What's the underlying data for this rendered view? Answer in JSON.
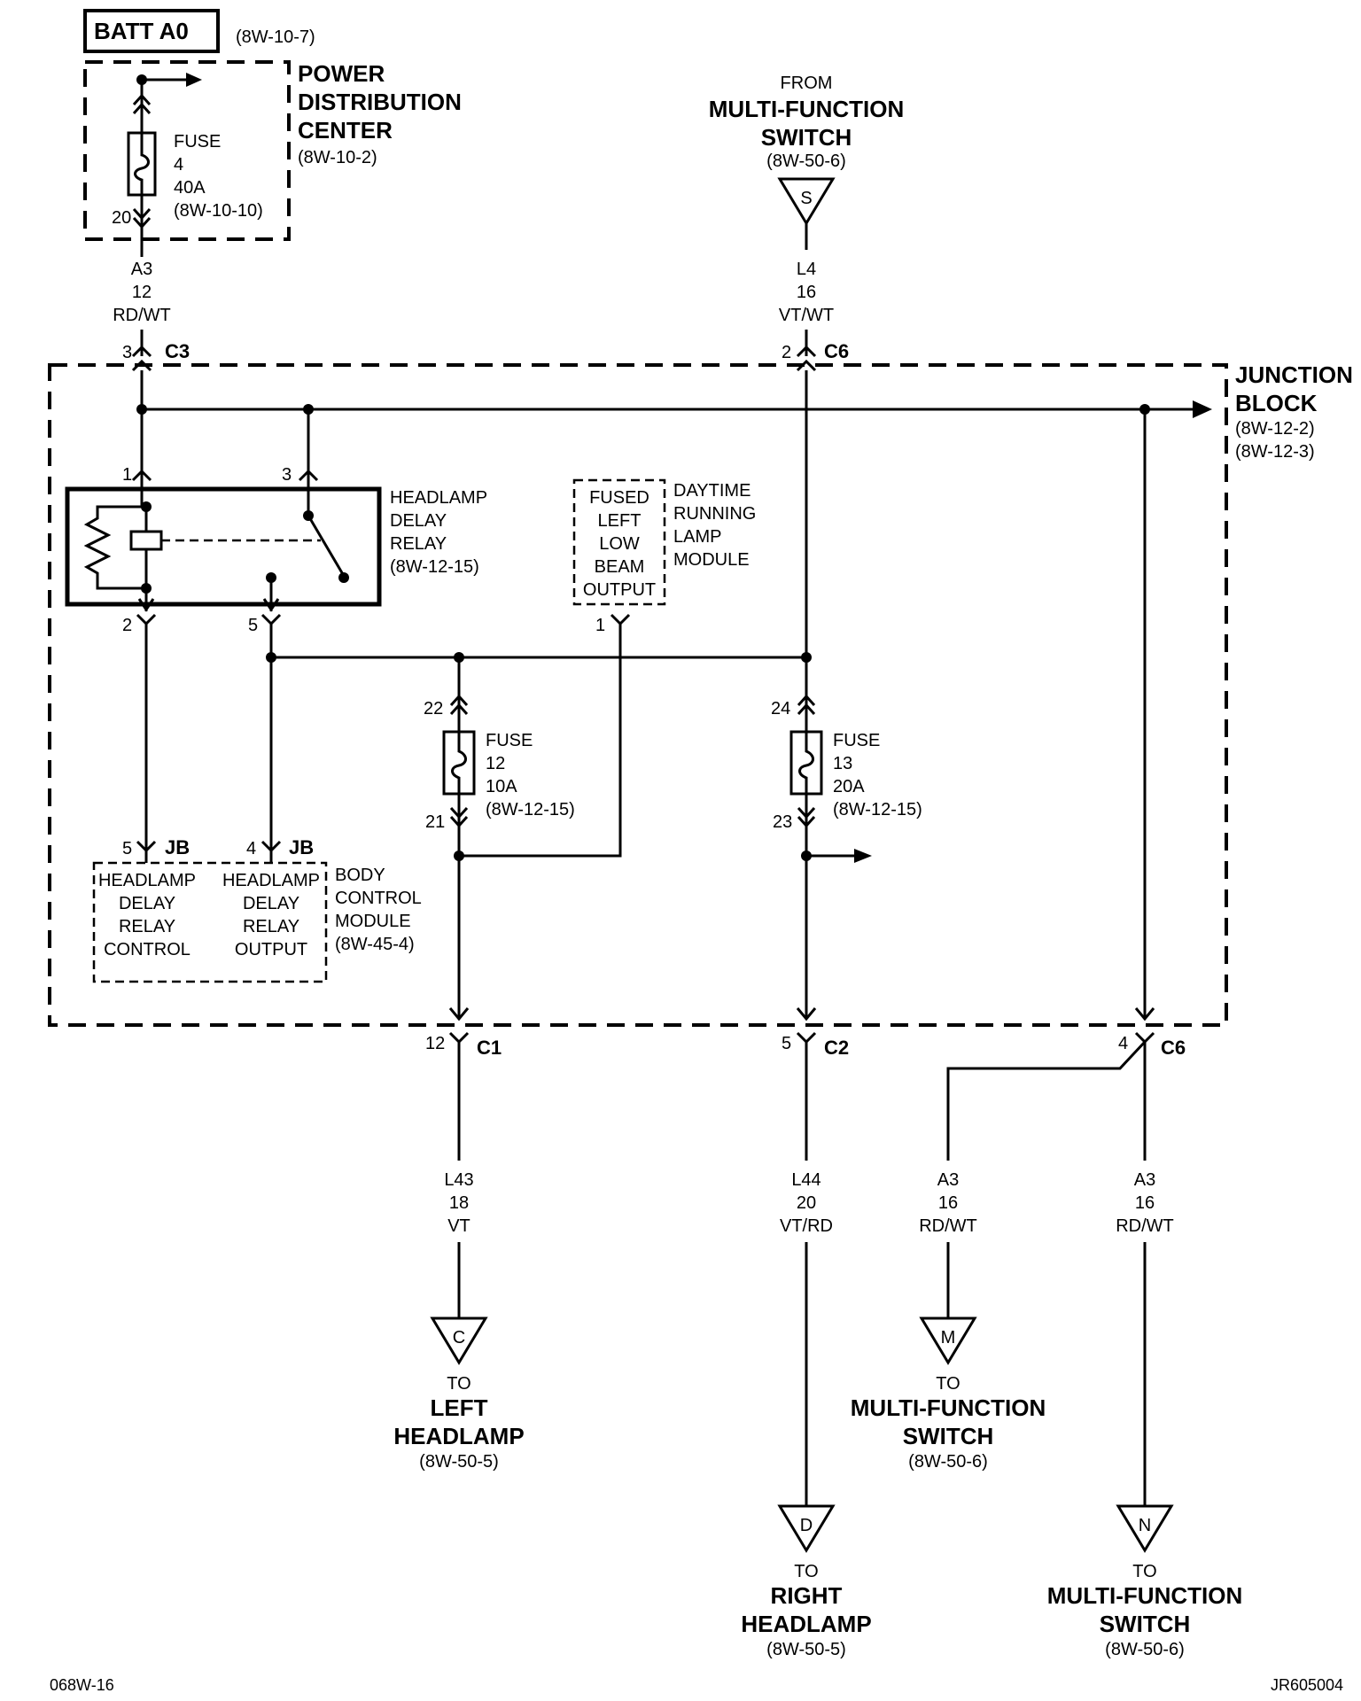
{
  "batt": {
    "label": "BATT A0",
    "ref": "(8W-10-7)"
  },
  "pdc": {
    "title_lines": [
      "POWER",
      "DISTRIBUTION",
      "CENTER"
    ],
    "ref": "(8W-10-2)",
    "fuse_lines": [
      "FUSE",
      "4",
      "40A",
      "(8W-10-10)"
    ],
    "pin_bottom": "20"
  },
  "wire_a3_top": [
    "A3",
    "12",
    "RD/WT"
  ],
  "from_mfs": {
    "lines": [
      "FROM",
      "MULTI-FUNCTION",
      "SWITCH"
    ],
    "ref": "(8W-50-6)",
    "letter": "S"
  },
  "wire_l4": [
    "L4",
    "16",
    "VT/WT"
  ],
  "conn_c3_top": {
    "pin": "3",
    "name": "C3"
  },
  "conn_c6_top": {
    "pin": "2",
    "name": "C6"
  },
  "junction_block": {
    "lines": [
      "JUNCTION",
      "BLOCK"
    ],
    "refs": [
      "(8W-12-2)",
      "(8W-12-3)"
    ]
  },
  "relay": {
    "lines": [
      "HEADLAMP",
      "DELAY",
      "RELAY",
      "(8W-12-15)"
    ],
    "pin1": "1",
    "pin3": "3",
    "pin2": "2",
    "pin5": "5"
  },
  "drl": {
    "box_lines": [
      "FUSED",
      "LEFT",
      "LOW",
      "BEAM",
      "OUTPUT"
    ],
    "lines": [
      "DAYTIME",
      "RUNNING",
      "LAMP",
      "MODULE"
    ],
    "pin": "1"
  },
  "fuse12": {
    "lines": [
      "FUSE",
      "12",
      "10A",
      "(8W-12-15)"
    ],
    "pin_top": "22",
    "pin_bottom": "21"
  },
  "fuse13": {
    "lines": [
      "FUSE",
      "13",
      "20A",
      "(8W-12-15)"
    ],
    "pin_top": "24",
    "pin_bottom": "23"
  },
  "bcm": {
    "pin_left": "5",
    "pin_left_conn": "JB",
    "pin_right": "4",
    "pin_right_conn": "JB",
    "left_lines": [
      "HEADLAMP",
      "DELAY",
      "RELAY",
      "CONTROL"
    ],
    "right_lines": [
      "HEADLAMP",
      "DELAY",
      "RELAY",
      "OUTPUT"
    ],
    "lines": [
      "BODY",
      "CONTROL",
      "MODULE",
      "(8W-45-4)"
    ]
  },
  "conn_c1": {
    "pin": "12",
    "name": "C1"
  },
  "conn_c2": {
    "pin": "5",
    "name": "C2"
  },
  "conn_c6_bottom": {
    "pin": "4",
    "name": "C6"
  },
  "wire_l43": [
    "L43",
    "18",
    "VT"
  ],
  "wire_l44": [
    "L44",
    "20",
    "VT/RD"
  ],
  "wire_a3_m": [
    "A3",
    "16",
    "RD/WT"
  ],
  "wire_a3_n": [
    "A3",
    "16",
    "RD/WT"
  ],
  "to_left": {
    "letter": "C",
    "lines": [
      "TO"
    ],
    "bold_lines": [
      "LEFT",
      "HEADLAMP"
    ],
    "ref": "(8W-50-5)"
  },
  "to_right": {
    "letter": "D",
    "lines": [
      "TO"
    ],
    "bold_lines": [
      "RIGHT",
      "HEADLAMP"
    ],
    "ref": "(8W-50-5)"
  },
  "to_mfs_m": {
    "letter": "M",
    "lines": [
      "TO"
    ],
    "bold_lines": [
      "MULTI-FUNCTION",
      "SWITCH"
    ],
    "ref": "(8W-50-6)"
  },
  "to_mfs_n": {
    "letter": "N",
    "lines": [
      "TO"
    ],
    "bold_lines": [
      "MULTI-FUNCTION",
      "SWITCH"
    ],
    "ref": "(8W-50-6)"
  },
  "footer": {
    "left": "068W-16",
    "right": "JR605004"
  }
}
